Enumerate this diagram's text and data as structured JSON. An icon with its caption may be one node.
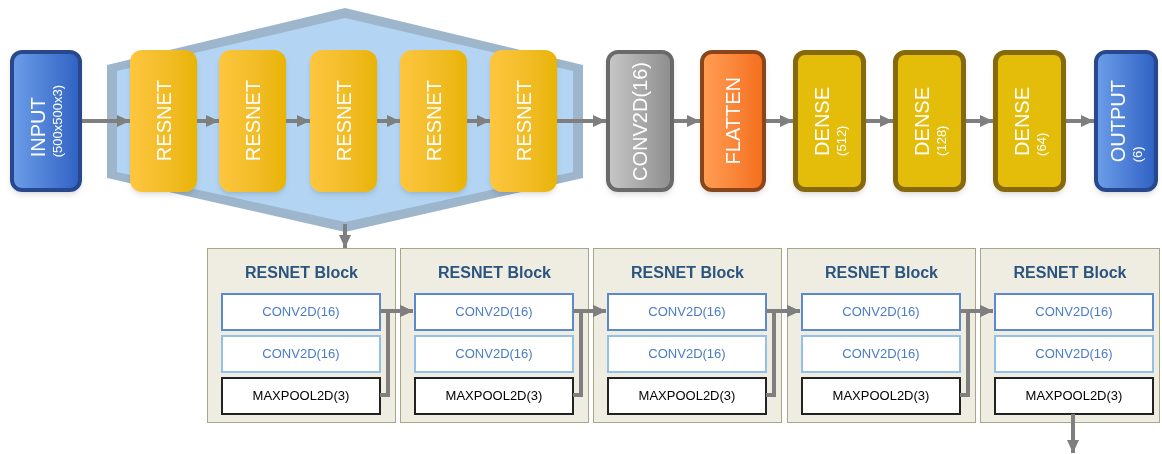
{
  "diagram": {
    "nodes": [
      {
        "text": [
          "INPUT",
          "(500x500x3)"
        ]
      },
      {
        "text": [],
        "shape": "hexagon"
      },
      {
        "text": [
          "RESNET"
        ],
        "in": 1
      },
      {
        "text": [
          "RESNET"
        ],
        "in": 1
      },
      {
        "text": [
          "RESNET"
        ],
        "in": 1
      },
      {
        "text": [
          "RESNET"
        ],
        "in": 1
      },
      {
        "text": [
          "RESNET"
        ],
        "in": 1
      },
      {
        "text": [
          "CONV2D(16)"
        ]
      },
      {
        "text": [
          "FLATTEN"
        ]
      },
      {
        "text": [
          "DENSE",
          "(512)"
        ]
      },
      {
        "text": [
          "DENSE",
          "(128)"
        ]
      },
      {
        "text": [
          "DENSE",
          "(64)"
        ]
      },
      {
        "text": [
          "OUTPUT",
          "(6)"
        ]
      },
      {
        "text": [
          "RESNET Block"
        ]
      },
      {
        "text": [
          "CONV2D(16)"
        ],
        "in": 13
      },
      {
        "text": [
          "CONV2D(16)"
        ],
        "in": 13
      },
      {
        "text": [
          "MAXPOOL2D(3)"
        ],
        "in": 13
      },
      {
        "text": [
          "RESNET Block"
        ]
      },
      {
        "text": [
          "CONV2D(16)"
        ],
        "in": 17
      },
      {
        "text": [
          "CONV2D(16)"
        ],
        "in": 17
      },
      {
        "text": [
          "MAXPOOL2D(3)"
        ],
        "in": 17
      },
      {
        "text": [
          "RESNET Block"
        ]
      },
      {
        "text": [
          "CONV2D(16)"
        ],
        "in": 21
      },
      {
        "text": [
          "CONV2D(16)"
        ],
        "in": 21
      },
      {
        "text": [
          "MAXPOOL2D(3)"
        ],
        "in": 21
      },
      {
        "text": [
          "RESNET Block"
        ]
      },
      {
        "text": [
          "CONV2D(16)"
        ],
        "in": 25
      },
      {
        "text": [
          "CONV2D(16)"
        ],
        "in": 25
      },
      {
        "text": [
          "MAXPOOL2D(3)"
        ],
        "in": 25
      },
      {
        "text": [
          "RESNET Block"
        ]
      },
      {
        "text": [
          "CONV2D(16)"
        ],
        "in": 29
      },
      {
        "text": [
          "CONV2D(16)"
        ],
        "in": 29
      },
      {
        "text": [
          "MAXPOOL2D(3)"
        ],
        "in": 29
      }
    ],
    "edges": [
      {
        "from": 0,
        "to": 2,
        "arrow": "to"
      },
      {
        "from": 2,
        "to": 3,
        "arrow": "to"
      },
      {
        "from": 3,
        "to": 4,
        "arrow": "to"
      },
      {
        "from": 4,
        "to": 5,
        "arrow": "to"
      },
      {
        "from": 5,
        "to": 6,
        "arrow": "to"
      },
      {
        "from": 6,
        "to": 7,
        "arrow": "to"
      },
      {
        "from": 7,
        "to": 8,
        "arrow": "to"
      },
      {
        "from": 8,
        "to": 9,
        "arrow": "to"
      },
      {
        "from": 9,
        "to": 10,
        "arrow": "to"
      },
      {
        "from": 10,
        "to": 11,
        "arrow": "to"
      },
      {
        "from": 11,
        "to": 12,
        "arrow": "to"
      },
      {
        "from": 1,
        "to": 13,
        "arrow": "to"
      },
      {
        "from": 14,
        "to": 18,
        "arrow": "to"
      },
      {
        "from": 16,
        "to": 18,
        "arrow": "to"
      },
      {
        "from": 18,
        "to": 22,
        "arrow": "to"
      },
      {
        "from": 20,
        "to": 22,
        "arrow": "to"
      },
      {
        "from": 22,
        "to": 26,
        "arrow": "to"
      },
      {
        "from": 24,
        "to": 26,
        "arrow": "to"
      },
      {
        "from": 26,
        "to": 30,
        "arrow": "to"
      },
      {
        "from": 28,
        "to": 30,
        "arrow": "to"
      },
      {
        "from": 32,
        "to": null,
        "arrow": "to"
      }
    ]
  }
}
